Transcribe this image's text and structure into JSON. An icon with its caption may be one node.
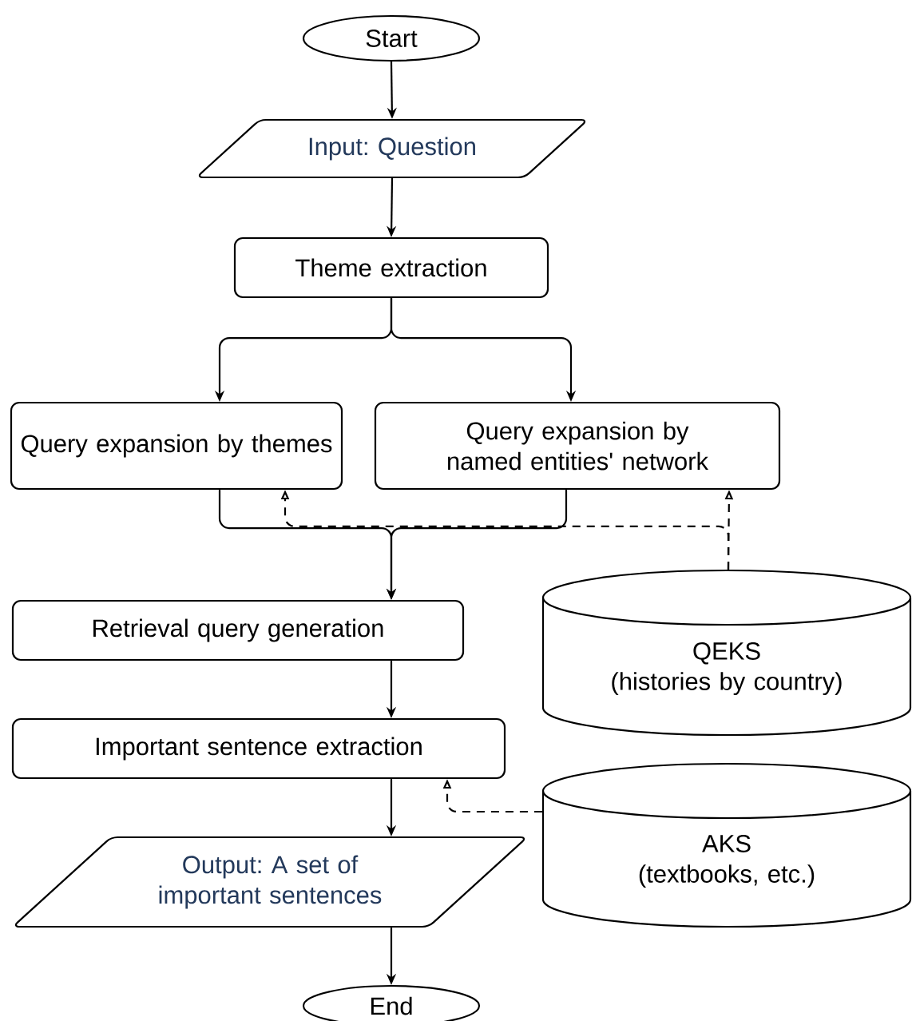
{
  "diagram": {
    "nodes": [
      {
        "text": [
          "Start"
        ]
      },
      {
        "text": [
          "Input: Question"
        ]
      },
      {
        "text": [
          "Theme extraction"
        ]
      },
      {
        "text": [
          "Query expansion by themes"
        ]
      },
      {
        "text": [
          "Query expansion by named entities' network"
        ]
      },
      {
        "text": [
          "Retrieval query generation"
        ]
      },
      {
        "text": [
          "Important sentence extraction"
        ]
      },
      {
        "text": [
          "Output: A set of important sentences"
        ]
      },
      {
        "text": [
          "End"
        ]
      },
      {
        "text": [
          "QEKS",
          "(histories by country)"
        ]
      },
      {
        "text": [
          "AKS",
          "(textbooks, etc.)"
        ]
      }
    ],
    "edges": [
      {
        "from": 0,
        "to": 1,
        "arrow": "to"
      },
      {
        "from": 1,
        "to": 2,
        "arrow": "to"
      },
      {
        "from": 2,
        "to": 3,
        "arrow": "to"
      },
      {
        "from": 2,
        "to": 4,
        "arrow": "to"
      },
      {
        "from": 3,
        "to": 5,
        "arrow": "to"
      },
      {
        "from": 4,
        "to": 5,
        "arrow": "to"
      },
      {
        "from": 5,
        "to": 6,
        "arrow": "to"
      },
      {
        "from": 6,
        "to": 7,
        "arrow": "to"
      },
      {
        "from": 7,
        "to": 8,
        "arrow": "to"
      },
      {
        "from": 9,
        "to": 3,
        "arrow": "to",
        "style": "dashed"
      },
      {
        "from": 9,
        "to": 4,
        "arrow": "to",
        "style": "dashed"
      },
      {
        "from": 10,
        "to": 6,
        "arrow": "to",
        "style": "dashed"
      }
    ]
  }
}
